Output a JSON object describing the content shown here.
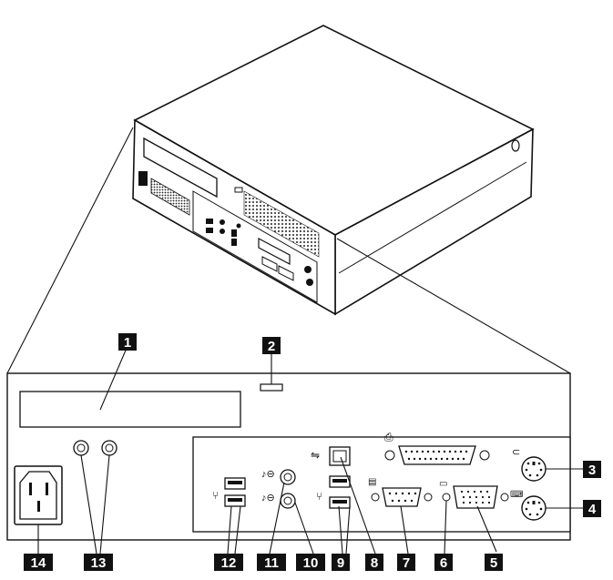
{
  "diagram": {
    "callouts": [
      {
        "id": "1",
        "label": "1"
      },
      {
        "id": "2",
        "label": "2"
      },
      {
        "id": "3",
        "label": "3"
      },
      {
        "id": "4",
        "label": "4"
      },
      {
        "id": "5",
        "label": "5"
      },
      {
        "id": "6",
        "label": "6"
      },
      {
        "id": "7",
        "label": "7"
      },
      {
        "id": "8",
        "label": "8"
      },
      {
        "id": "9",
        "label": "9"
      },
      {
        "id": "10",
        "label": "10"
      },
      {
        "id": "11",
        "label": "11"
      },
      {
        "id": "12",
        "label": "12"
      },
      {
        "id": "13",
        "label": "13"
      },
      {
        "id": "14",
        "label": "14"
      }
    ],
    "colors": {
      "line": "#111111",
      "callout_fill": "#111111",
      "callout_text": "#ffffff",
      "background": "#ffffff"
    },
    "icons": [
      "power-connector-icon",
      "audio-line-in-icon",
      "audio-line-out-icon",
      "usb-icon",
      "ethernet-icon",
      "parallel-printer-icon",
      "serial-port-icon",
      "monitor-icon",
      "mouse-icon",
      "keyboard-icon"
    ]
  }
}
